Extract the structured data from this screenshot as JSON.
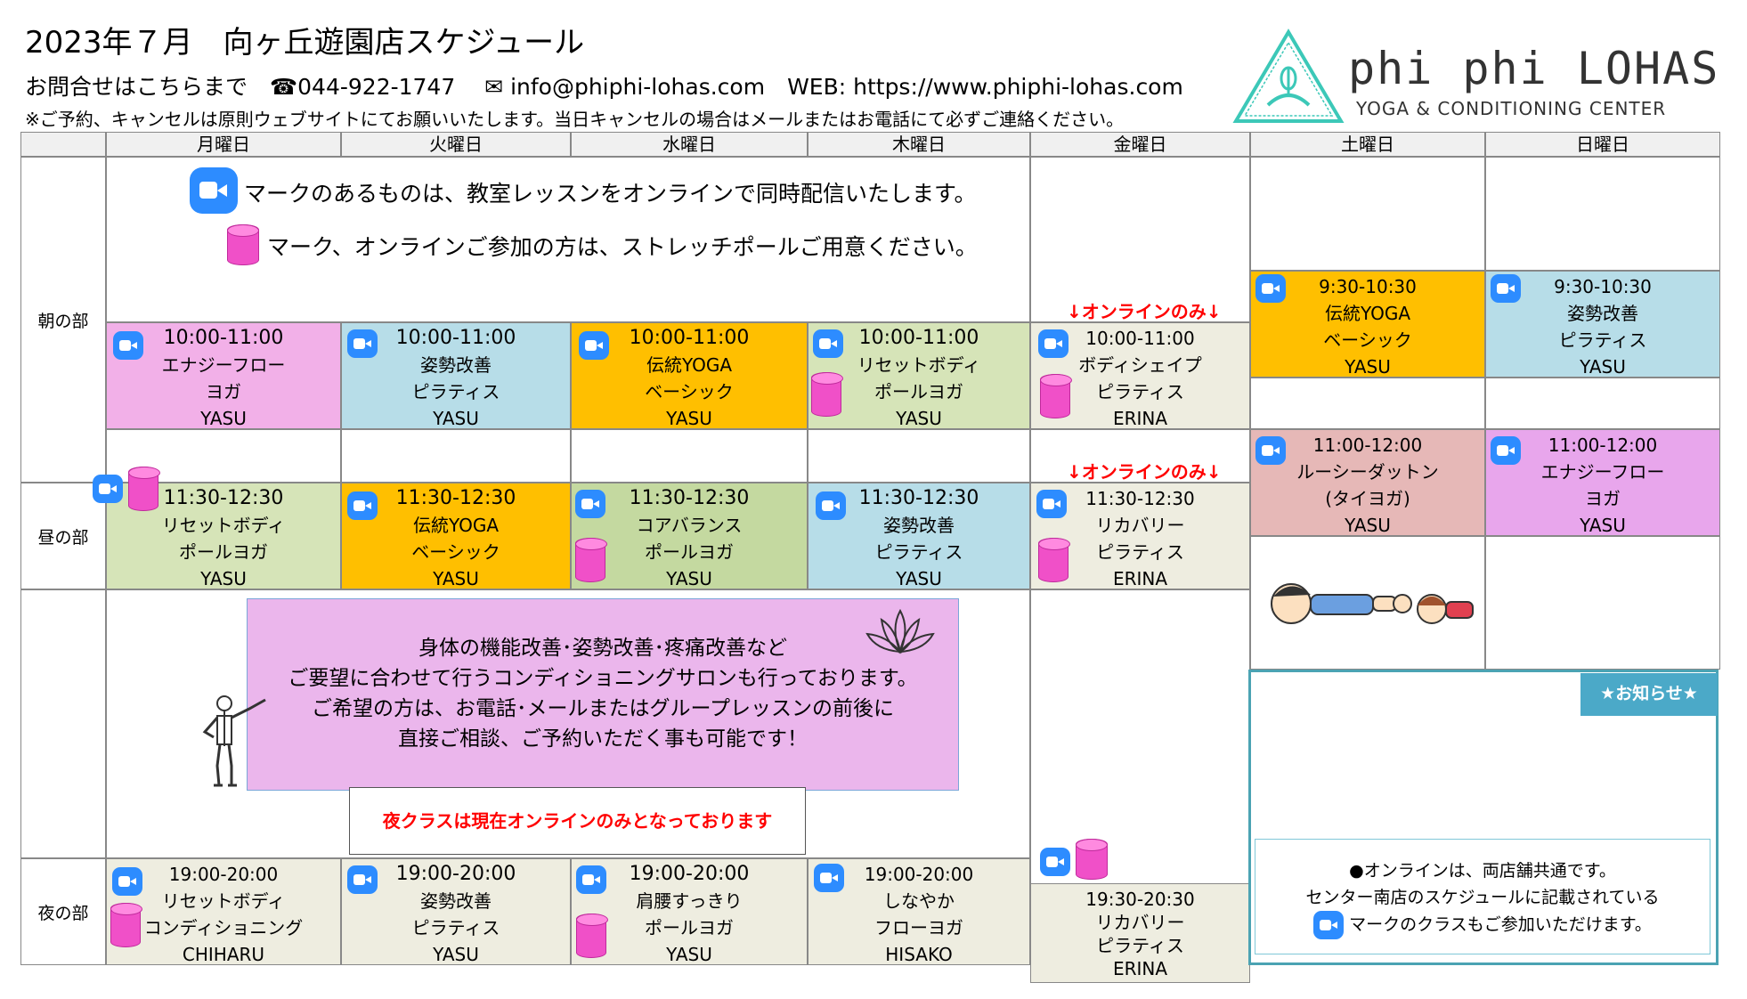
{
  "header": {
    "title": "2023年７月　向ヶ丘遊園店スケジュール",
    "contact": "お問合せはこちらまで　☎044-922-1747　 ✉ info@phiphi-lohas.com　WEB: https://www.phiphi-lohas.com",
    "notice": "※ご予約、キャンセルは原則ウェブサイトにてお願いいたします。当日キャンセルの場合はメールまたはお電話にて必ずご連絡ください。"
  },
  "logo": {
    "brand": "phi phi LOHAS",
    "subtitle": "YOGA & CONDITIONING CENTER"
  },
  "days": [
    "月曜日",
    "火曜日",
    "水曜日",
    "木曜日",
    "金曜日",
    "土曜日",
    "日曜日"
  ],
  "periods": [
    "朝の部",
    "昼の部",
    "夜の部"
  ],
  "legend": {
    "zoom_note": "マークのあるものは、教室レッスンをオンラインで同時配信いたします。",
    "pole_note": "マーク、オンラインご参加の方は、ストレッチポールご用意ください。"
  },
  "online_only": "↓オンラインのみ↓",
  "morning": [
    {
      "time": "10:00-11:00",
      "l1": "エナジーフロー",
      "l2": "ヨガ",
      "teacher": "YASU"
    },
    {
      "time": "10:00-11:00",
      "l1": "姿勢改善",
      "l2": "ピラティス",
      "teacher": "YASU"
    },
    {
      "time": "10:00-11:00",
      "l1": "伝統YOGA",
      "l2": "ベーシック",
      "teacher": "YASU"
    },
    {
      "time": "10:00-11:00",
      "l1": "リセットボディ",
      "l2": "ポールヨガ",
      "teacher": "YASU"
    },
    {
      "time": "10:00-11:00",
      "l1": "ボディシェイプ",
      "l2": "ピラティス",
      "teacher": "ERINA"
    },
    {
      "time": "9:30-10:30",
      "l1": "伝統YOGA",
      "l2": "ベーシック",
      "teacher": "YASU"
    },
    {
      "time": "9:30-10:30",
      "l1": "姿勢改善",
      "l2": "ピラティス",
      "teacher": "YASU"
    }
  ],
  "noon": [
    {
      "time": "11:30-12:30",
      "l1": "リセットボディ",
      "l2": "ポールヨガ",
      "teacher": "YASU"
    },
    {
      "time": "11:30-12:30",
      "l1": "伝統YOGA",
      "l2": "ベーシック",
      "teacher": "YASU"
    },
    {
      "time": "11:30-12:30",
      "l1": "コアバランス",
      "l2": "ポールヨガ",
      "teacher": "YASU"
    },
    {
      "time": "11:30-12:30",
      "l1": "姿勢改善",
      "l2": "ピラティス",
      "teacher": "YASU"
    },
    {
      "time": "11:30-12:30",
      "l1": "リカバリー",
      "l2": "ピラティス",
      "teacher": "ERINA"
    },
    {
      "time": "11:00-12:00",
      "l1": "ルーシーダットン",
      "l2": "(タイヨガ)",
      "teacher": "YASU"
    },
    {
      "time": "11:00-12:00",
      "l1": "エナジーフロー",
      "l2": "ヨガ",
      "teacher": "YASU"
    }
  ],
  "night": [
    {
      "time": "19:00-20:00",
      "l1": "リセットボディ",
      "l2": "コンディショニング",
      "teacher": "CHIHARU"
    },
    {
      "time": "19:00-20:00",
      "l1": "姿勢改善",
      "l2": "ピラティス",
      "teacher": "YASU"
    },
    {
      "time": "19:00-20:00",
      "l1": "肩腰すっきり",
      "l2": "ポールヨガ",
      "teacher": "YASU"
    },
    {
      "time": "19:00-20:00",
      "l1": "しなやか",
      "l2": "フローヨガ",
      "teacher": "HISAKO"
    },
    {
      "time": "19:30-20:30",
      "l1": "リカバリー",
      "l2": "ピラティス",
      "teacher": "ERINA"
    }
  ],
  "salon": {
    "line1": "身体の機能改善･姿勢改善･疼痛改善など",
    "line2": "ご要望に合わせて行うコンディショニングサロンも行っております。",
    "line3": "ご希望の方は、お電話･メールまたはグループレッスンの前後に",
    "line4": "直接ご相談、ご予約いただく事も可能です！"
  },
  "night_note": "夜クラスは現在オンラインのみとなっております",
  "news": {
    "tag": "★お知らせ★",
    "line1": "●オンラインは、両店舗共通です。",
    "line2": "センター南店のスケジュールに記載されている",
    "line3": "マークのクラスもご参加いただけます。"
  }
}
